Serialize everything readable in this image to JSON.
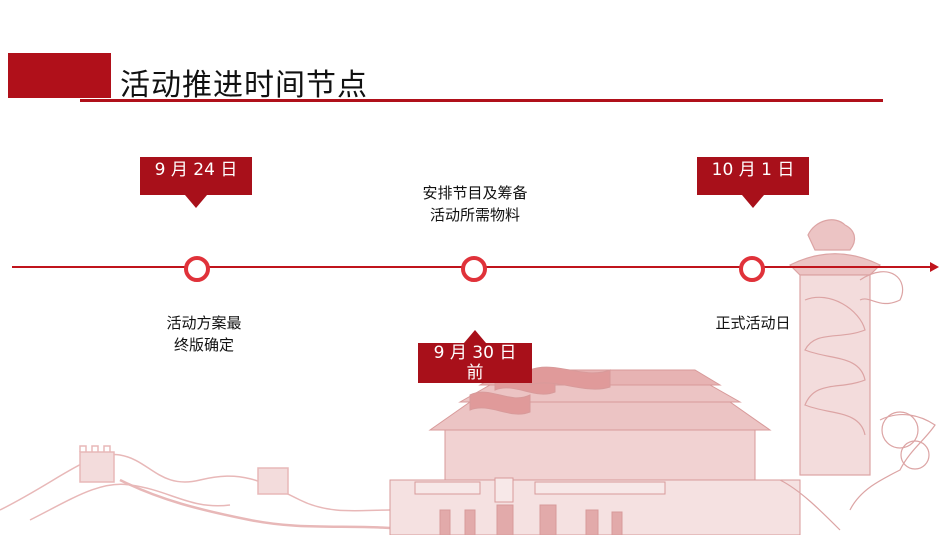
{
  "title": "活动推进时间节点",
  "colors": {
    "accent": "#b0101a",
    "line": "#c0141c",
    "node": "#e0323a"
  },
  "milestones": [
    {
      "date": "9 月 24 日",
      "desc_lines": [
        "活动方案最",
        "终版确定"
      ]
    },
    {
      "date_lines": [
        "9 月 30 日",
        "前"
      ],
      "desc_lines": [
        "安排节目及筹备",
        "活动所需物料"
      ]
    },
    {
      "date": "10 月 1 日",
      "desc_lines": [
        "正式活动日"
      ]
    }
  ],
  "decoration": {
    "icons": [
      "great-wall-icon",
      "tiananmen-icon",
      "huabiao-column-icon"
    ]
  }
}
